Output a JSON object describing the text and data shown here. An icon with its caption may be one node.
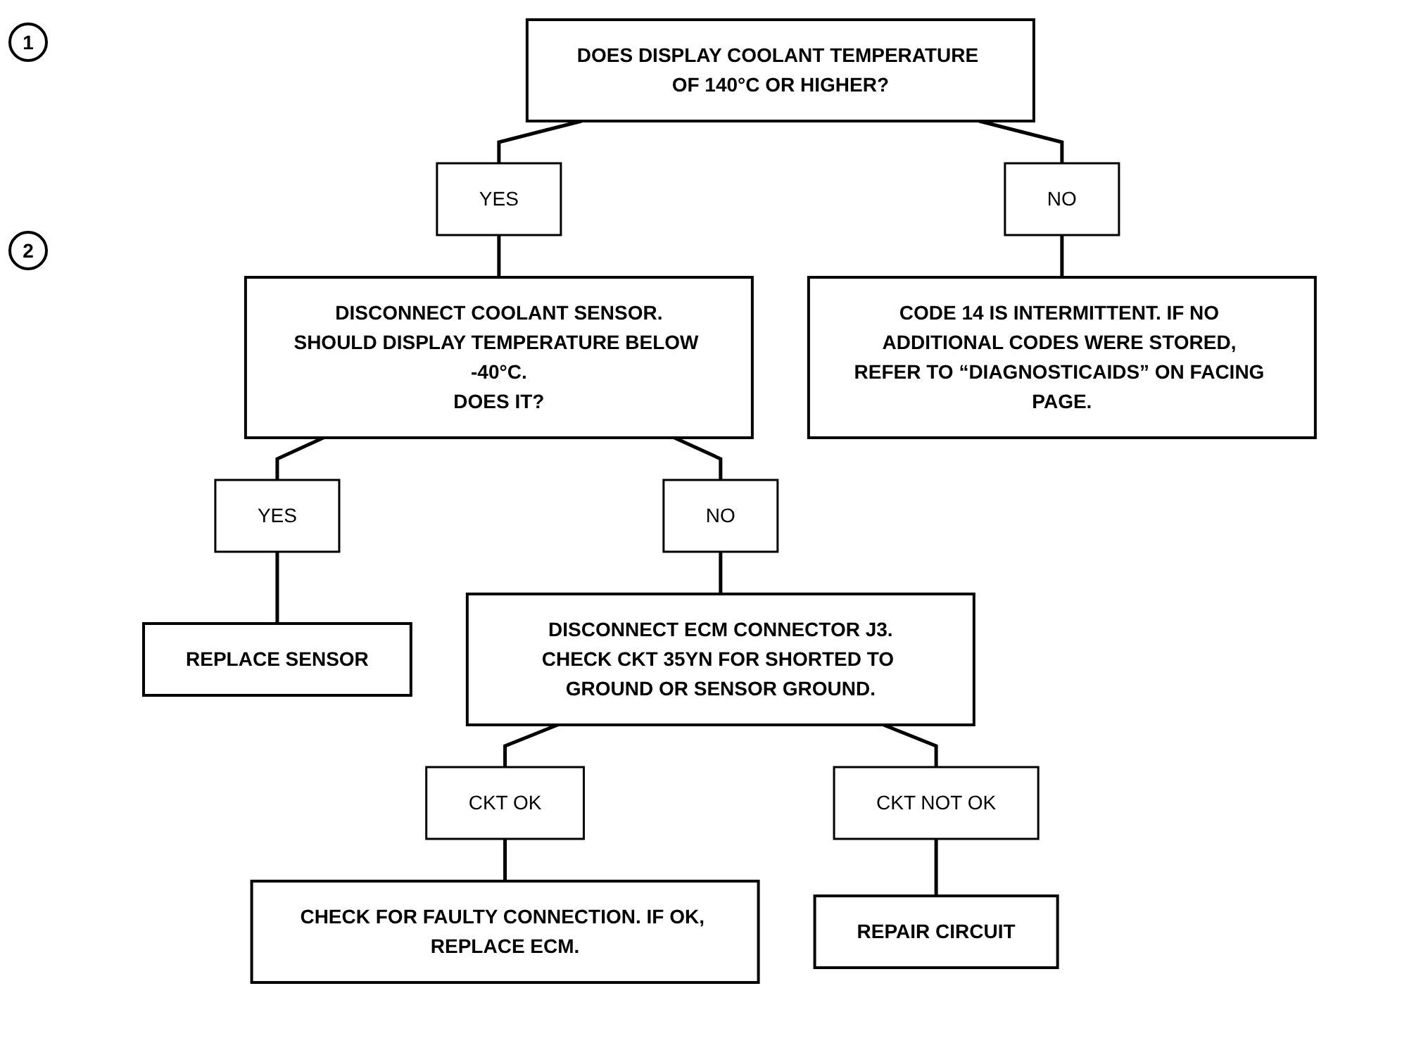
{
  "diagram": {
    "nodes": [
      {
        "text": [
          "DOES DISPLAY COOLANT TEMPERATURE OF 140°C OR HIGHER?"
        ]
      },
      {
        "text": [
          "YES"
        ]
      },
      {
        "text": [
          "NO"
        ]
      },
      {
        "text": [
          "DISCONNECT COOLANT SENSOR.",
          "SHOULD DISPLAY TEMPERATURE BELOW -40°C.",
          "DOES IT?"
        ]
      },
      {
        "text": [
          "CODE 14 IS INTERMITTENT. IF NO ADDITIONAL CODES WERE STORED, REFER TO “DIAGNOSTICAIDS” ON FACING PAGE."
        ]
      },
      {
        "text": [
          "YES"
        ]
      },
      {
        "text": [
          "NO"
        ]
      },
      {
        "text": [
          "REPLACE SENSOR"
        ]
      },
      {
        "text": [
          "DISCONNECT ECM CONNECTOR J3.",
          "CHECK CKT 35YN FOR SHORTED TO GROUND OR SENSOR GROUND."
        ]
      },
      {
        "text": [
          "CKT OK"
        ]
      },
      {
        "text": [
          "CKT NOT OK"
        ]
      },
      {
        "text": [
          "CHECK FOR FAULTY CONNECTION. IF OK, REPLACE ECM."
        ]
      },
      {
        "text": [
          "REPAIR CIRCUIT"
        ]
      }
    ],
    "edges": [
      {
        "from": 0,
        "to": 1,
        "arrow": "none"
      },
      {
        "from": 0,
        "to": 2,
        "arrow": "none"
      },
      {
        "from": 1,
        "to": 3,
        "arrow": "none"
      },
      {
        "from": 2,
        "to": 4,
        "arrow": "none"
      },
      {
        "from": 3,
        "to": 5,
        "arrow": "none"
      },
      {
        "from": 3,
        "to": 6,
        "arrow": "none"
      },
      {
        "from": 5,
        "to": 7,
        "arrow": "none"
      },
      {
        "from": 6,
        "to": 8,
        "arrow": "none"
      },
      {
        "from": 8,
        "to": 9,
        "arrow": "none"
      },
      {
        "from": 8,
        "to": 10,
        "arrow": "none"
      },
      {
        "from": 9,
        "to": 11,
        "arrow": "none"
      },
      {
        "from": 10,
        "to": 12,
        "arrow": "none"
      }
    ],
    "labels": [
      "1",
      "2"
    ]
  }
}
